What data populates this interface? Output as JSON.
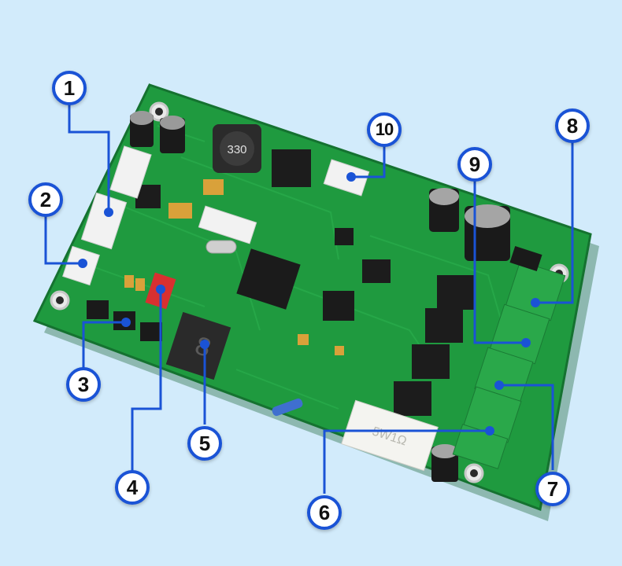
{
  "colors": {
    "background": "#d2ebfb",
    "board": "#1f9a3f",
    "board_edge": "#157230",
    "callout_line": "#1a53d6",
    "callout_fill": "#ffffff",
    "terminal": "#2aa84a",
    "connector": "#f2f2f2"
  },
  "callouts": [
    {
      "id": "1",
      "label": "1"
    },
    {
      "id": "2",
      "label": "2"
    },
    {
      "id": "3",
      "label": "3"
    },
    {
      "id": "4",
      "label": "4"
    },
    {
      "id": "5",
      "label": "5"
    },
    {
      "id": "6",
      "label": "6"
    },
    {
      "id": "7",
      "label": "7"
    },
    {
      "id": "8",
      "label": "8"
    },
    {
      "id": "9",
      "label": "9"
    },
    {
      "id": "10",
      "label": "10"
    }
  ],
  "board_markings": {
    "inductor": "330",
    "resistor": "5W1Ω"
  }
}
